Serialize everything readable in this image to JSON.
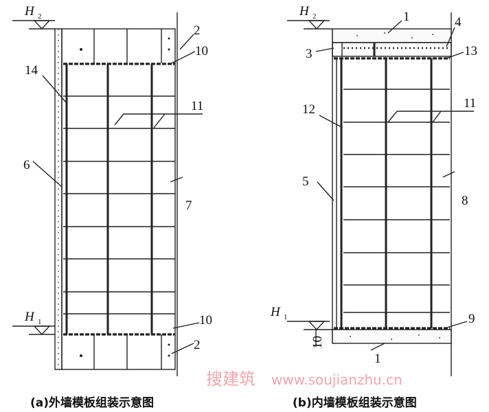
{
  "panel_a": {
    "caption": "(a)外墙模板组装示意图",
    "level_top": "H",
    "level_top_sub": "2",
    "level_bottom": "H",
    "level_bottom_sub": "1",
    "labels": {
      "l2_top": "2",
      "l10_top": "10",
      "l14": "14",
      "l11": "11",
      "l6": "6",
      "l7": "7",
      "l10_bottom": "10",
      "l2_bottom": "2"
    }
  },
  "panel_b": {
    "caption": "(b)内墙模板组装示意图",
    "level_top": "H",
    "level_top_sub": "2",
    "level_bottom": "H",
    "level_bottom_sub": "1",
    "labels": {
      "l1_top": "1",
      "l4": "4",
      "l3": "3",
      "l13": "13",
      "l12": "12",
      "l11": "11",
      "l5": "5",
      "l8": "8",
      "l9": "9",
      "l1_bottom": "1",
      "dim10": "10"
    }
  },
  "watermark": {
    "cn": "搜建筑",
    "url": "www.soujianzhu.cn"
  }
}
